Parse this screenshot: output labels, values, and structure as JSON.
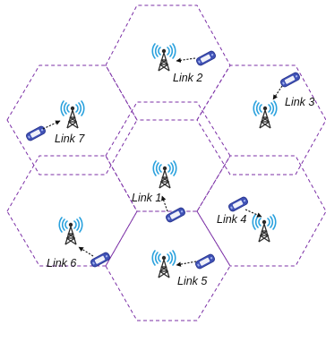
{
  "cells": [
    {
      "name": "cell-center"
    },
    {
      "name": "cell-top"
    },
    {
      "name": "cell-top-right"
    },
    {
      "name": "cell-bottom-right"
    },
    {
      "name": "cell-bottom"
    },
    {
      "name": "cell-bottom-left"
    },
    {
      "name": "cell-top-left"
    }
  ],
  "links": [
    {
      "label": "Link 1",
      "tower_icon": "cell-tower-icon",
      "device_icon": "mobile-device-icon"
    },
    {
      "label": "Link 2",
      "tower_icon": "cell-tower-icon",
      "device_icon": "mobile-device-icon"
    },
    {
      "label": "Link 3",
      "tower_icon": "cell-tower-icon",
      "device_icon": "mobile-device-icon"
    },
    {
      "label": "Link 4",
      "tower_icon": "cell-tower-icon",
      "device_icon": "mobile-device-icon"
    },
    {
      "label": "Link 5",
      "tower_icon": "cell-tower-icon",
      "device_icon": "mobile-device-icon"
    },
    {
      "label": "Link 6",
      "tower_icon": "cell-tower-icon",
      "device_icon": "mobile-device-icon"
    },
    {
      "label": "Link 7",
      "tower_icon": "cell-tower-icon",
      "device_icon": "mobile-device-icon"
    }
  ],
  "colors": {
    "cell_border": "#7b2fa6",
    "tower_body": "#2b2b2b",
    "tower_waves": "#2aa1dd",
    "device_body": "#3f51b5",
    "device_screen": "#ffffff",
    "arrow": "#111111"
  }
}
